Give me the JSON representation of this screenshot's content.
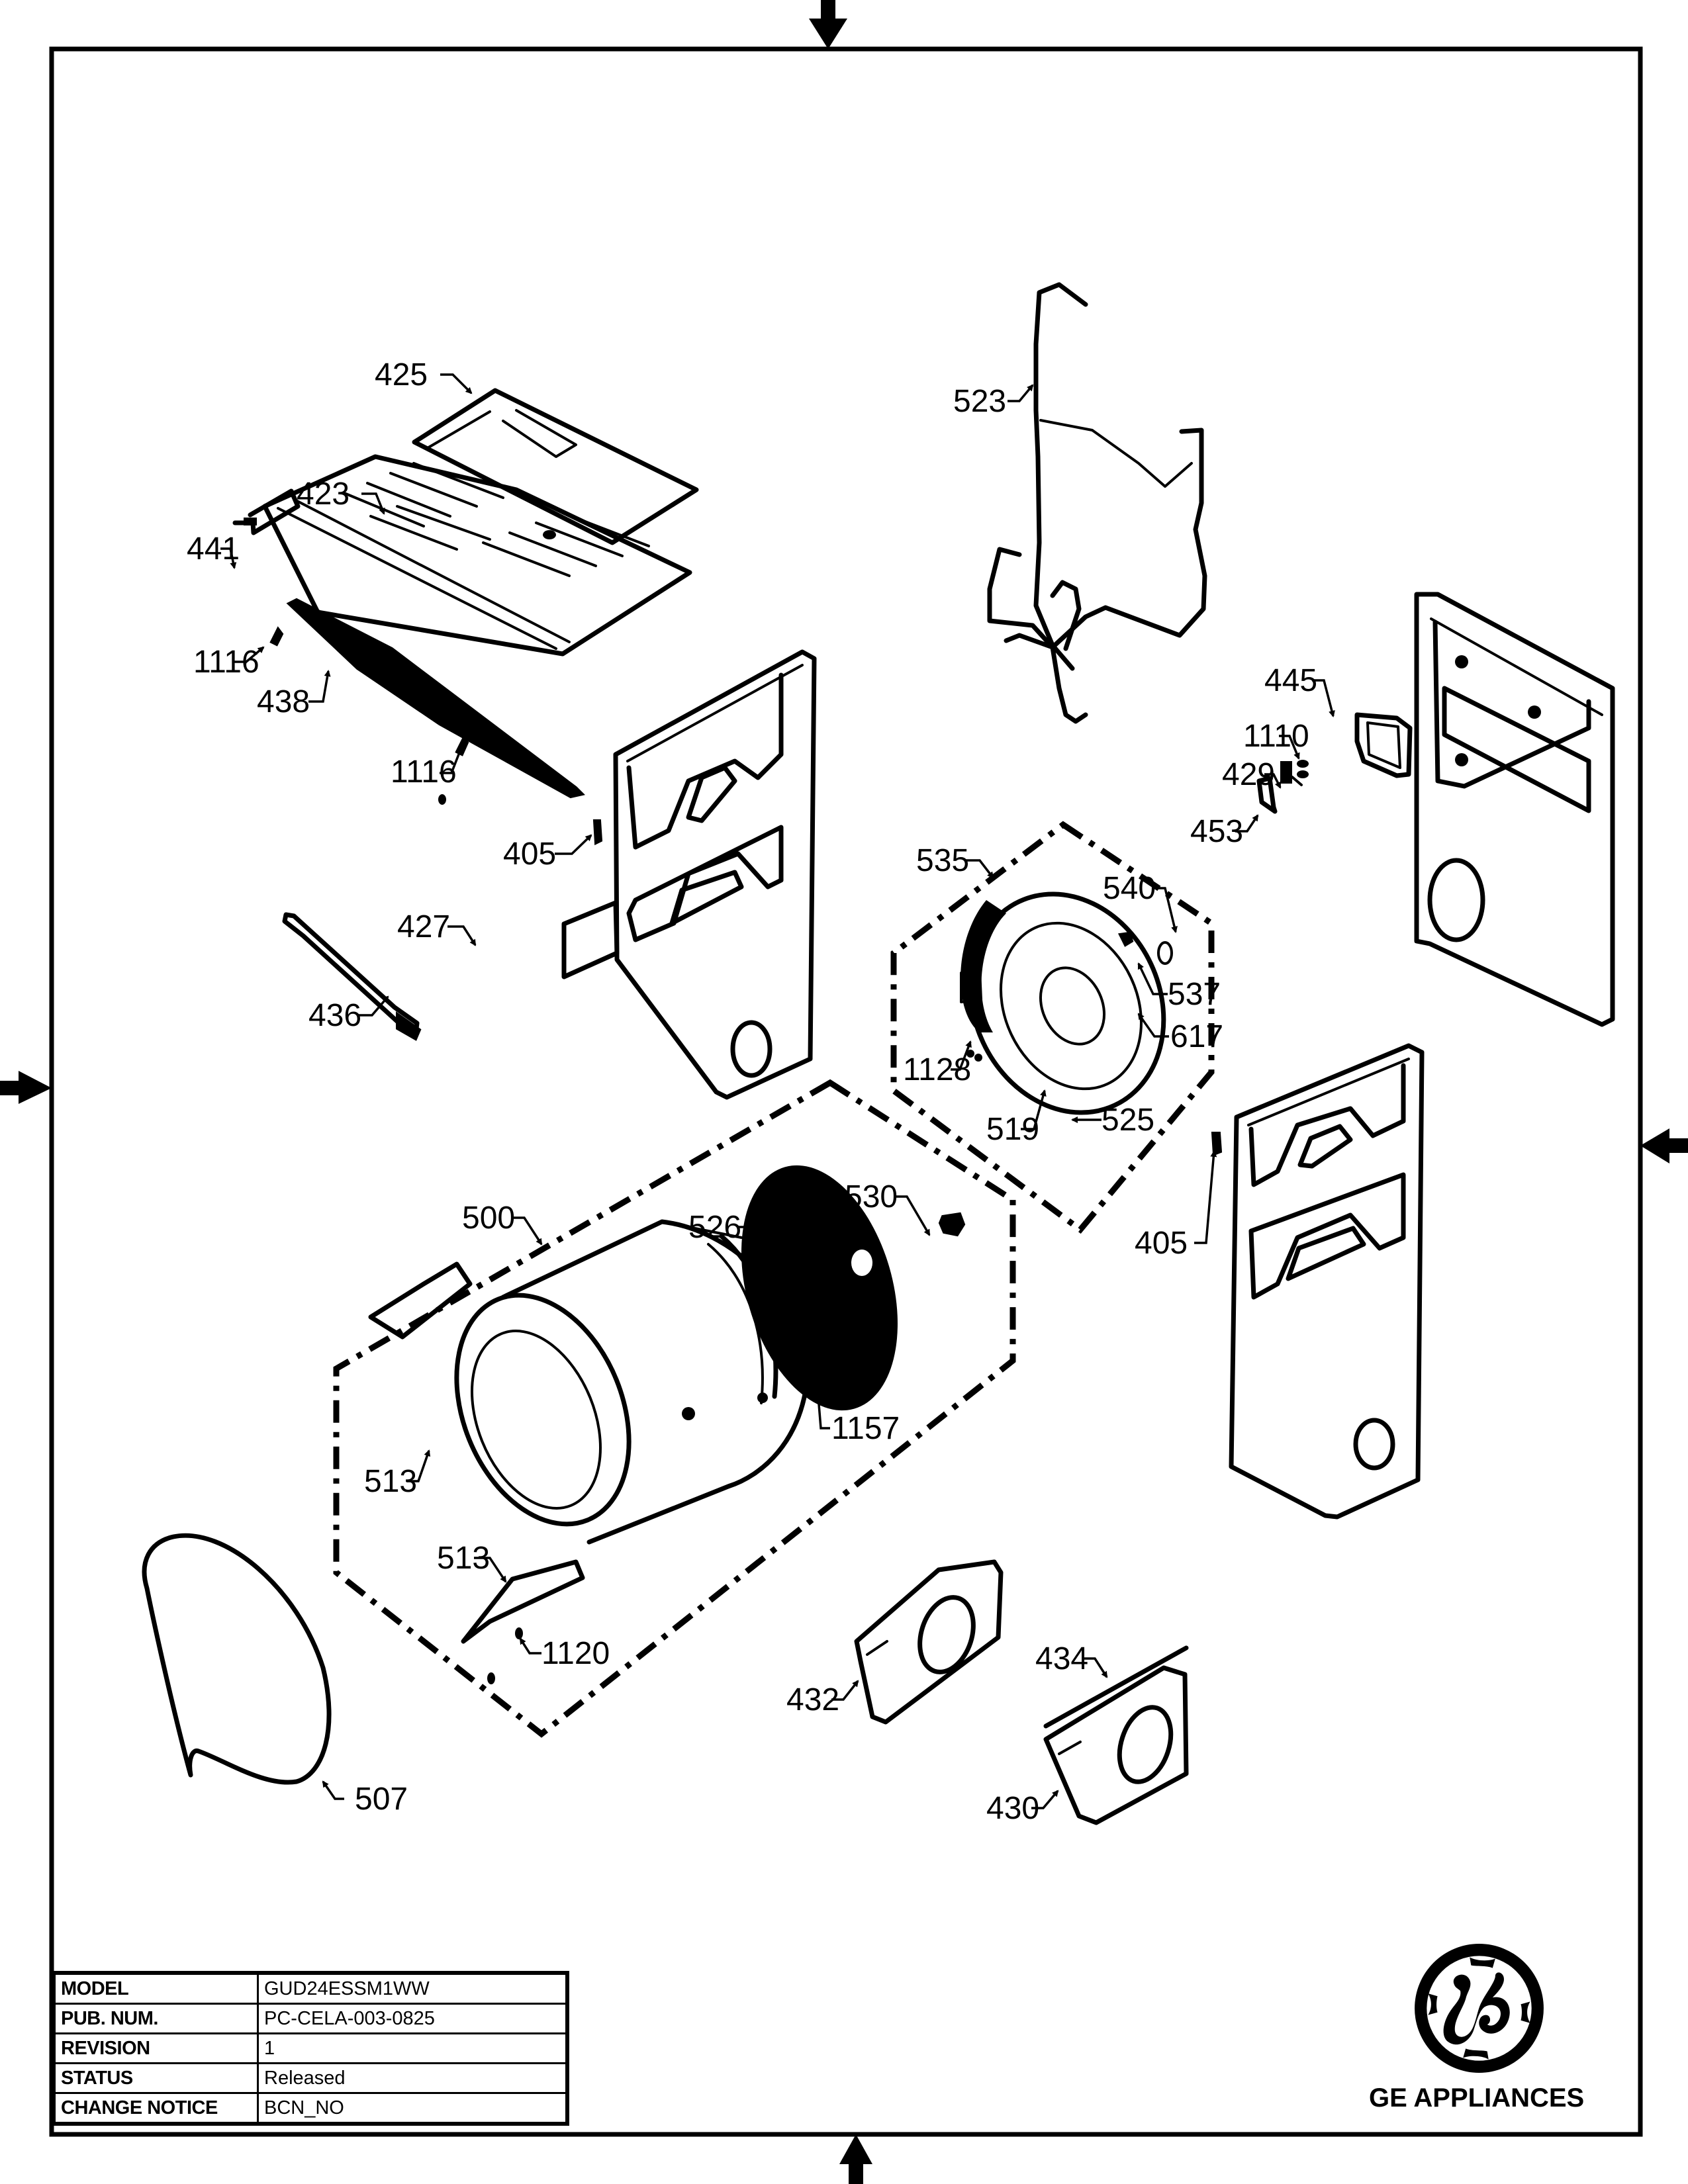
{
  "document": {
    "type": "exploded-parts-diagram",
    "brand": "GE APPLIANCES"
  },
  "title_block": {
    "rows": [
      {
        "key": "MODEL",
        "value": "GUD24ESSM1WW"
      },
      {
        "key": "PUB. NUM.",
        "value": "PC-CELA-003-0825"
      },
      {
        "key": "REVISION",
        "value": "1"
      },
      {
        "key": "STATUS",
        "value": "Released"
      },
      {
        "key": "CHANGE NOTICE",
        "value": "BCN_NO"
      }
    ]
  },
  "logo": {
    "icon": "ge-monogram-icon",
    "caption": "GE APPLIANCES"
  },
  "frame_arrows": [
    "arrow-down-icon",
    "arrow-right-icon",
    "arrow-left-icon",
    "arrow-up-icon"
  ],
  "callouts": {
    "c425": "425",
    "c423": "423",
    "c441": "441",
    "c1116a": "1116",
    "c438": "438",
    "c1116b": "1116",
    "c405a": "405",
    "c427": "427",
    "c436": "436",
    "c523": "523",
    "c445": "445",
    "c1110": "1110",
    "c429": "429",
    "c453": "453",
    "c535": "535",
    "c540": "540",
    "c537": "537",
    "c617": "617",
    "c1128": "1128",
    "c519": "519",
    "c525": "525",
    "c405b": "405",
    "c500": "500",
    "c526": "526",
    "c530": "530",
    "c1157": "1157",
    "c513a": "513",
    "c513b": "513",
    "c1120": "1120",
    "c507": "507",
    "c432": "432",
    "c434": "434",
    "c430": "430"
  },
  "assemblies": [
    {
      "id": "500",
      "name": "drum-assembly"
    },
    {
      "id": "535",
      "name": "rear-bulkhead-assembly"
    }
  ]
}
